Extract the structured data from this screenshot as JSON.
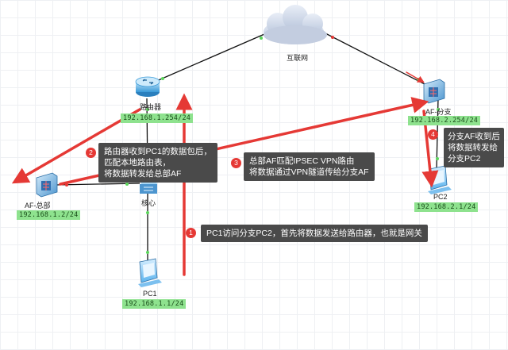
{
  "internet": {
    "label": "互联网"
  },
  "router": {
    "label": "路由器",
    "ip": "192.168.1.254/24"
  },
  "af_hq": {
    "label": "AF-总部",
    "ip": "192.168.1.2/24"
  },
  "core": {
    "label": "核心"
  },
  "pc1": {
    "label": "PC1",
    "ip": "192.168.1.1/24"
  },
  "af_branch": {
    "label": "AF-分支",
    "ip": "192.168.2.254/24"
  },
  "pc2": {
    "label": "PC2",
    "ip": "192.168.2.1/24"
  },
  "steps": [
    {
      "num": "1",
      "lines": [
        "PC1访问分支PC2，首先将数据发送给路由器，也就是网关"
      ]
    },
    {
      "num": "2",
      "lines": [
        "路由器收到PC1的数据包后，",
        "匹配本地路由表，",
        "将数据转发给总部AF"
      ]
    },
    {
      "num": "3",
      "lines": [
        "总部AF匹配IPSEC VPN路由",
        "将数据通过VPN隧道传给分支AF"
      ]
    },
    {
      "num": "4",
      "lines": [
        "分支AF收到后",
        "将数据转发给",
        "分支PC2"
      ]
    }
  ],
  "colors": {
    "arrow": "#e53935",
    "line": "#111111",
    "callout": "#4a4a4a",
    "ip_bg": "#8ee28e"
  }
}
